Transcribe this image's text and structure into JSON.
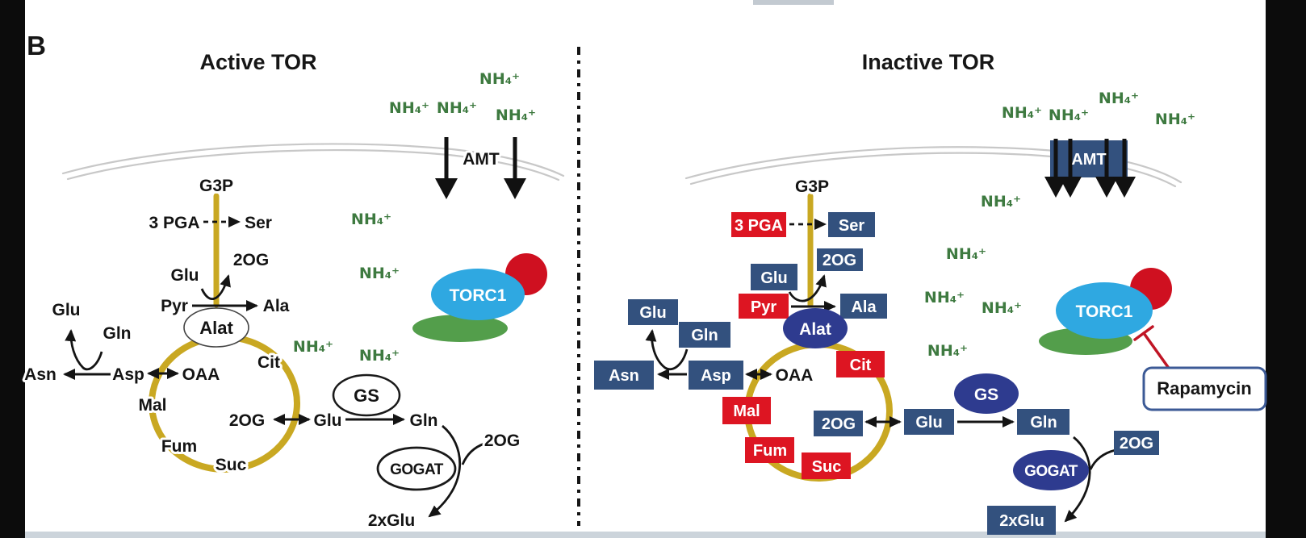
{
  "figure": {
    "panel_label": "B",
    "left_title": "Active TOR",
    "right_title": "Inactive TOR"
  },
  "labels": {
    "nh4": "NH₄⁺",
    "amt": "AMT",
    "g3p": "G3P",
    "pga": "3 PGA",
    "ser": "Ser",
    "og": "2OG",
    "glu": "Glu",
    "gln": "Gln",
    "pyr": "Pyr",
    "ala": "Ala",
    "alat": "Alat",
    "cit": "Cit",
    "oaa": "OAA",
    "asp": "Asp",
    "asn": "Asn",
    "mal": "Mal",
    "fum": "Fum",
    "suc": "Suc",
    "gs": "GS",
    "gogat": "GOGAT",
    "two_glu": "2xGlu",
    "torc1": "TORC1",
    "rapamycin": "Rapamycin"
  },
  "colors": {
    "background": "#ffffff",
    "frame_black": "#0c0c0c",
    "nh4_green": "#3e7a40",
    "pathway_yellow": "#c9a822",
    "metabolite_box_blue": "#33517e",
    "metabolite_box_red": "#dd1522",
    "enzyme_navy": "#2e3b8f",
    "torc1_cyan": "#2fa8e1",
    "torc1_red": "#cf1020",
    "torc1_green": "#539e4b",
    "membrane_gray": "#c8c8c8",
    "inhibition_red": "#c01525",
    "rapamycin_border": "#3c5a96",
    "bottom_strip": "#ccd4db"
  }
}
